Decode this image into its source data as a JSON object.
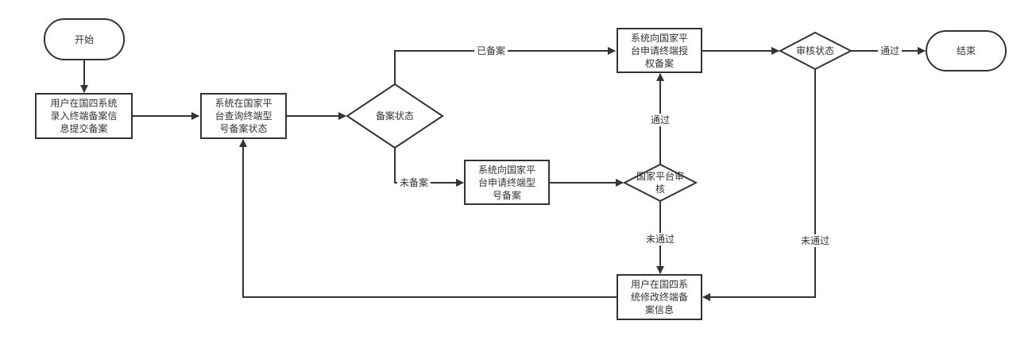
{
  "diagram": {
    "type": "flowchart",
    "nodes": {
      "start": {
        "shape": "terminal",
        "lines": [
          "开始"
        ]
      },
      "submit": {
        "shape": "process",
        "lines": [
          "用户在国四系统",
          "录入终端备案信",
          "息提交备案"
        ]
      },
      "query": {
        "shape": "process",
        "lines": [
          "系统在国家平",
          "台查询终端型",
          "号备案状态"
        ]
      },
      "filing_status": {
        "shape": "decision",
        "lines": [
          "备案状态"
        ]
      },
      "apply_auth": {
        "shape": "process",
        "lines": [
          "系统向国家平",
          "台申请终端授",
          "权备案"
        ]
      },
      "review_status": {
        "shape": "decision",
        "lines": [
          "审核状态"
        ]
      },
      "end": {
        "shape": "terminal",
        "lines": [
          "结束"
        ]
      },
      "apply_model": {
        "shape": "process",
        "lines": [
          "系统向国家平",
          "台申请终端型",
          "号备案"
        ]
      },
      "platform_review": {
        "shape": "decision",
        "lines": [
          "国家平台审",
          "核"
        ]
      },
      "modify": {
        "shape": "process",
        "lines": [
          "用户在国四系",
          "统修改终端备",
          "案信息"
        ]
      }
    },
    "edges": {
      "start_submit": {
        "from": "start",
        "to": "submit",
        "label": ""
      },
      "submit_query": {
        "from": "submit",
        "to": "query",
        "label": ""
      },
      "query_status": {
        "from": "query",
        "to": "filing_status",
        "label": ""
      },
      "status_filed": {
        "from": "filing_status",
        "to": "apply_auth",
        "label": "已备案"
      },
      "status_unfiled": {
        "from": "filing_status",
        "to": "apply_model",
        "label": "未备案"
      },
      "auth_review": {
        "from": "apply_auth",
        "to": "review_status",
        "label": ""
      },
      "review_pass": {
        "from": "review_status",
        "to": "end",
        "label": "通过"
      },
      "review_fail": {
        "from": "review_status",
        "to": "modify",
        "label": "未通过"
      },
      "model_platform": {
        "from": "apply_model",
        "to": "platform_review",
        "label": ""
      },
      "platform_pass": {
        "from": "platform_review",
        "to": "apply_auth",
        "label": "通过"
      },
      "platform_fail": {
        "from": "platform_review",
        "to": "modify",
        "label": "未通过"
      },
      "modify_query": {
        "from": "modify",
        "to": "query",
        "label": ""
      }
    },
    "colors": {
      "stroke": "#333333",
      "fill": "#ffffff",
      "text": "#333333"
    }
  }
}
